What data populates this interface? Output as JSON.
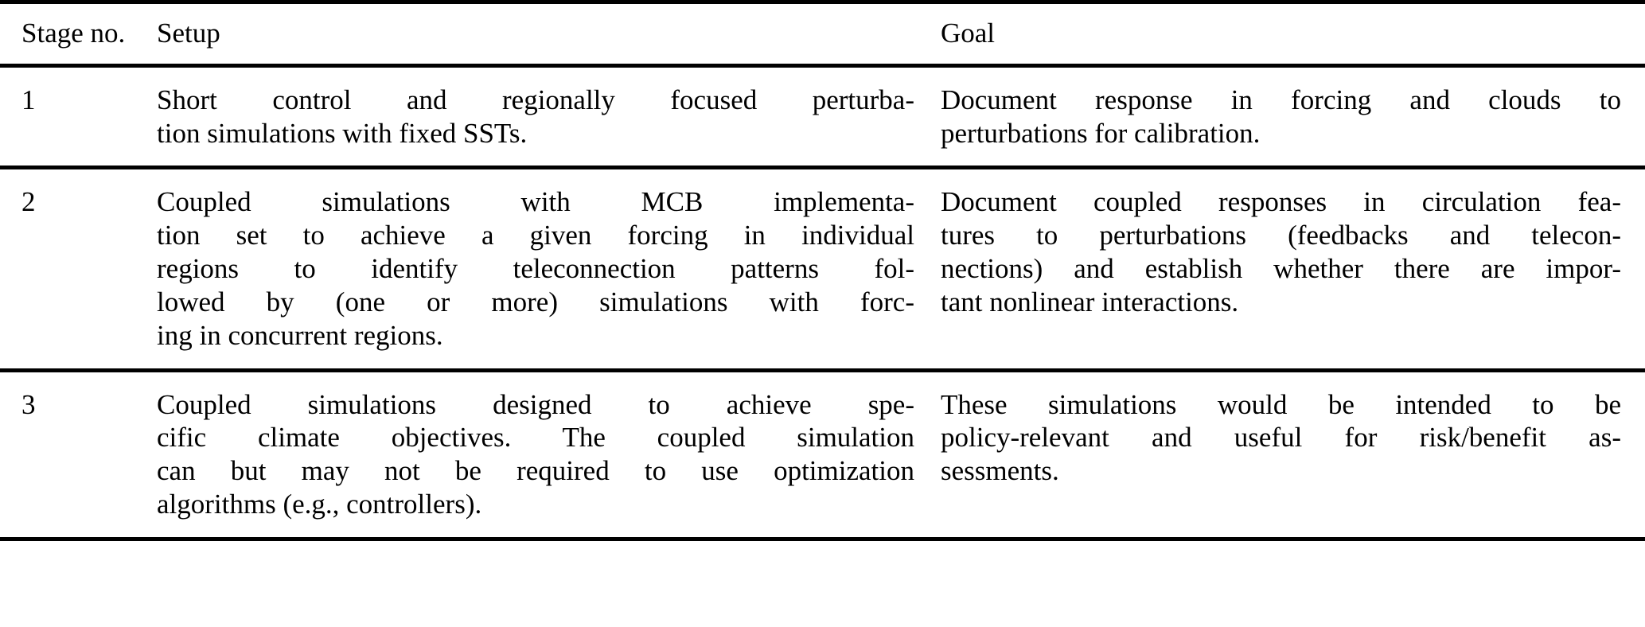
{
  "table": {
    "columns": [
      {
        "key": "stage",
        "header": "Stage no."
      },
      {
        "key": "setup",
        "header": "Setup"
      },
      {
        "key": "goal",
        "header": "Goal"
      }
    ],
    "rows": [
      {
        "stage": "1",
        "setup": "Short control and regionally focused perturbation simulations with fixed SSTs.",
        "setup_lines": [
          "Short control and regionally focused perturba-",
          "tion simulations with fixed SSTs."
        ],
        "goal": "Document response in forcing and clouds to perturbations for calibration.",
        "goal_lines": [
          "Document response in forcing and clouds to",
          "perturbations for calibration."
        ]
      },
      {
        "stage": "2",
        "setup": "Coupled simulations with MCB implementation set to achieve a given forcing in individual regions to identify teleconnection patterns followed by (one or more) simulations with forcing in concurrent regions.",
        "setup_lines": [
          "Coupled simulations with MCB implementa-",
          "tion set to achieve a given forcing in individual",
          "regions to identify teleconnection patterns fol-",
          "lowed by (one or more) simulations with forc-",
          "ing in concurrent regions."
        ],
        "goal": "Document coupled responses in circulation features to perturbations (feedbacks and teleconnections) and establish whether there are important nonlinear interactions.",
        "goal_lines": [
          "Document coupled responses in circulation fea-",
          "tures to perturbations (feedbacks and telecon-",
          "nections) and establish whether there are impor-",
          "tant nonlinear interactions."
        ]
      },
      {
        "stage": "3",
        "setup": "Coupled simulations designed to achieve specific climate objectives. The coupled simulation can but may not be required to use optimization algorithms (e.g., controllers).",
        "setup_lines": [
          "Coupled simulations designed to achieve spe-",
          "cific climate objectives. The coupled simulation",
          "can but may not be required to use optimization",
          "algorithms (e.g., controllers)."
        ],
        "goal": "These simulations would be intended to be policy-relevant and useful for risk/benefit assessments.",
        "goal_lines": [
          "These simulations would be intended to be",
          "policy-relevant and useful for risk/benefit as-",
          "sessments."
        ]
      }
    ]
  },
  "style": {
    "rule_color": "#000000",
    "text_color": "#000000",
    "background": "#ffffff"
  }
}
